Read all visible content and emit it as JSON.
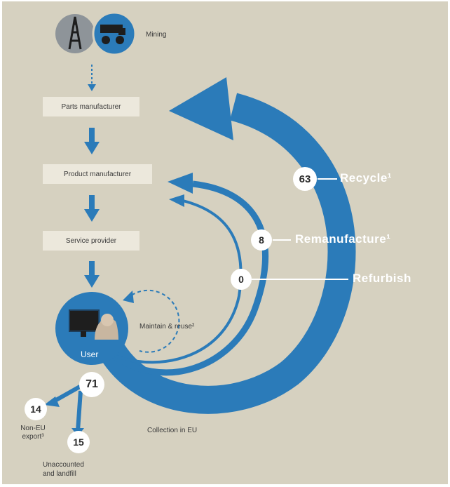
{
  "source": {
    "label": "Mining"
  },
  "chain": {
    "parts": "Parts manufacturer",
    "product": "Product manufacturer",
    "service": "Service provider",
    "user": "User"
  },
  "loops": {
    "recycle": {
      "value": "63",
      "label": "Recycle¹"
    },
    "remanufacture": {
      "value": "8",
      "label": "Remanufacture¹"
    },
    "refurbish": {
      "value": "0",
      "label": "Refurbish"
    },
    "maintain": {
      "label": "Maintain & reuse²"
    }
  },
  "outflows": {
    "collection": {
      "value": "71",
      "label": "Collection in EU"
    },
    "export": {
      "value": "14",
      "label_line1": "Non-EU",
      "label_line2": "export³"
    },
    "landfill": {
      "value": "15",
      "label_line1": "Unaccounted",
      "label_line2": "and landfill"
    }
  },
  "icons": [
    "oil-rig-icon",
    "mining-truck-icon",
    "computer-user-icon"
  ],
  "colors": {
    "background": "#d6d1c0",
    "accent": "#2b7bb9",
    "box": "#ece8dc",
    "icon_grey": "#8e9499"
  }
}
